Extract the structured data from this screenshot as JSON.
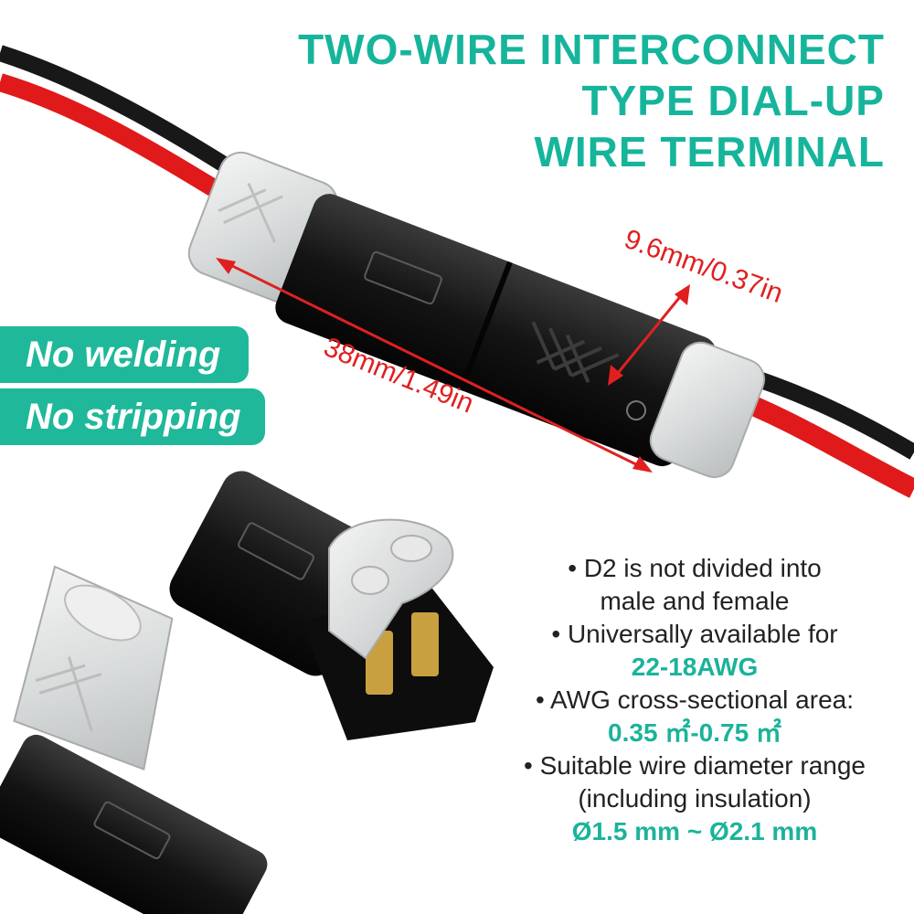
{
  "title": {
    "line1": "TWO-WIRE INTERCONNECT",
    "line2": "TYPE DIAL-UP",
    "line3": "WIRE TERMINAL"
  },
  "badges": [
    "No welding",
    "No stripping"
  ],
  "dimensions": {
    "width": "9.6mm/0.37in",
    "length": "38mm/1.49in"
  },
  "specs": {
    "line1": "• D2 is not divided into",
    "line2": "male and female",
    "line3": "• Universally available for",
    "line4": "22-18AWG",
    "line5": "• AWG cross-sectional area:",
    "line6": "0.35 ㎡-0.75 ㎡",
    "line7": "• Suitable wire diameter range",
    "line8": "(including insulation)",
    "line9": "Ø1.5 mm ~ Ø2.1 mm"
  },
  "colors": {
    "accent": "#16b59b",
    "dimension": "#e02020",
    "wire_red": "#e01a1a",
    "wire_black": "#111111",
    "housing": "#161616"
  }
}
